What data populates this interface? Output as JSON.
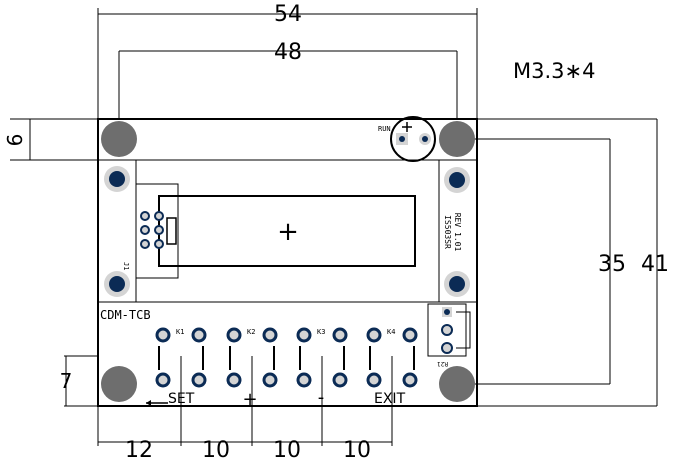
{
  "dimensions": {
    "top_width": "54",
    "hole_spacing": "48",
    "screw_spec": "M3.3∗4",
    "left_offset": "6",
    "right_inner": "35",
    "right_outer": "41",
    "bottom_left": "7",
    "bottom_spacings": [
      "12",
      "10",
      "10",
      "10"
    ]
  },
  "silkscreen": {
    "run_label": "RUN",
    "board_name": "CDM-TCB",
    "j1_label": "J1",
    "lcd_part": "IS503SR",
    "lcd_rev": "REV 1.01",
    "lcd_center_mark": "+",
    "key_labels": [
      "K1",
      "K2",
      "K3",
      "K4"
    ],
    "button_labels": [
      "SET",
      "+",
      "-",
      "EXIT"
    ],
    "resistor_label": "R21"
  },
  "colors": {
    "outline": "#000000",
    "mounting_hole": "#6e6e6e",
    "pad_outer": "#d4d4d4",
    "pad_inner": "#0b2b55"
  }
}
